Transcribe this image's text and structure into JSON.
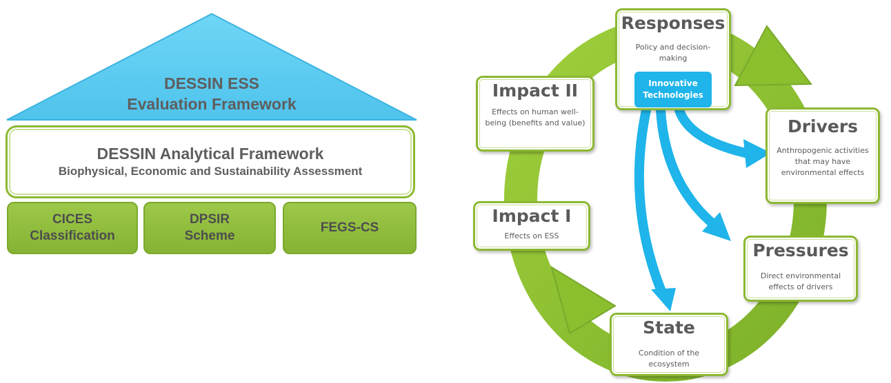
{
  "framework": {
    "roof": {
      "line1": "DESSIN ESS",
      "line2": "Evaluation Framework",
      "color": "#5bcdf2"
    },
    "analytical": {
      "title": "DESSIN Analytical Framework",
      "subtitle": "Biophysical, Economic and Sustainability Assessment"
    },
    "pillars": [
      {
        "line1": "CICES",
        "line2": "Classification"
      },
      {
        "line1": "DPSIR",
        "line2": "Scheme"
      },
      {
        "line1": "FEGS-CS",
        "line2": ""
      }
    ],
    "pillar_color": "#94c13f"
  },
  "cycle": {
    "ring_color": "#8cbf2e",
    "arrow_color": "#1fb4ea",
    "responses": {
      "title": "Responses",
      "desc": "Policy and decision-making"
    },
    "innovative": {
      "label": "Innovative\nTechnologies"
    },
    "drivers": {
      "title": "Drivers",
      "desc": "Anthropogenic activities that may have environmental effects"
    },
    "pressures": {
      "title": "Pressures",
      "desc": "Direct environmental effects of drivers"
    },
    "state": {
      "title": "State",
      "desc": "Condition of the ecosystem"
    },
    "impact1": {
      "title": "Impact I",
      "desc": "Effects on ESS"
    },
    "impact2": {
      "title": "Impact II",
      "desc": "Effects on human well-being (benefits and value)"
    }
  }
}
